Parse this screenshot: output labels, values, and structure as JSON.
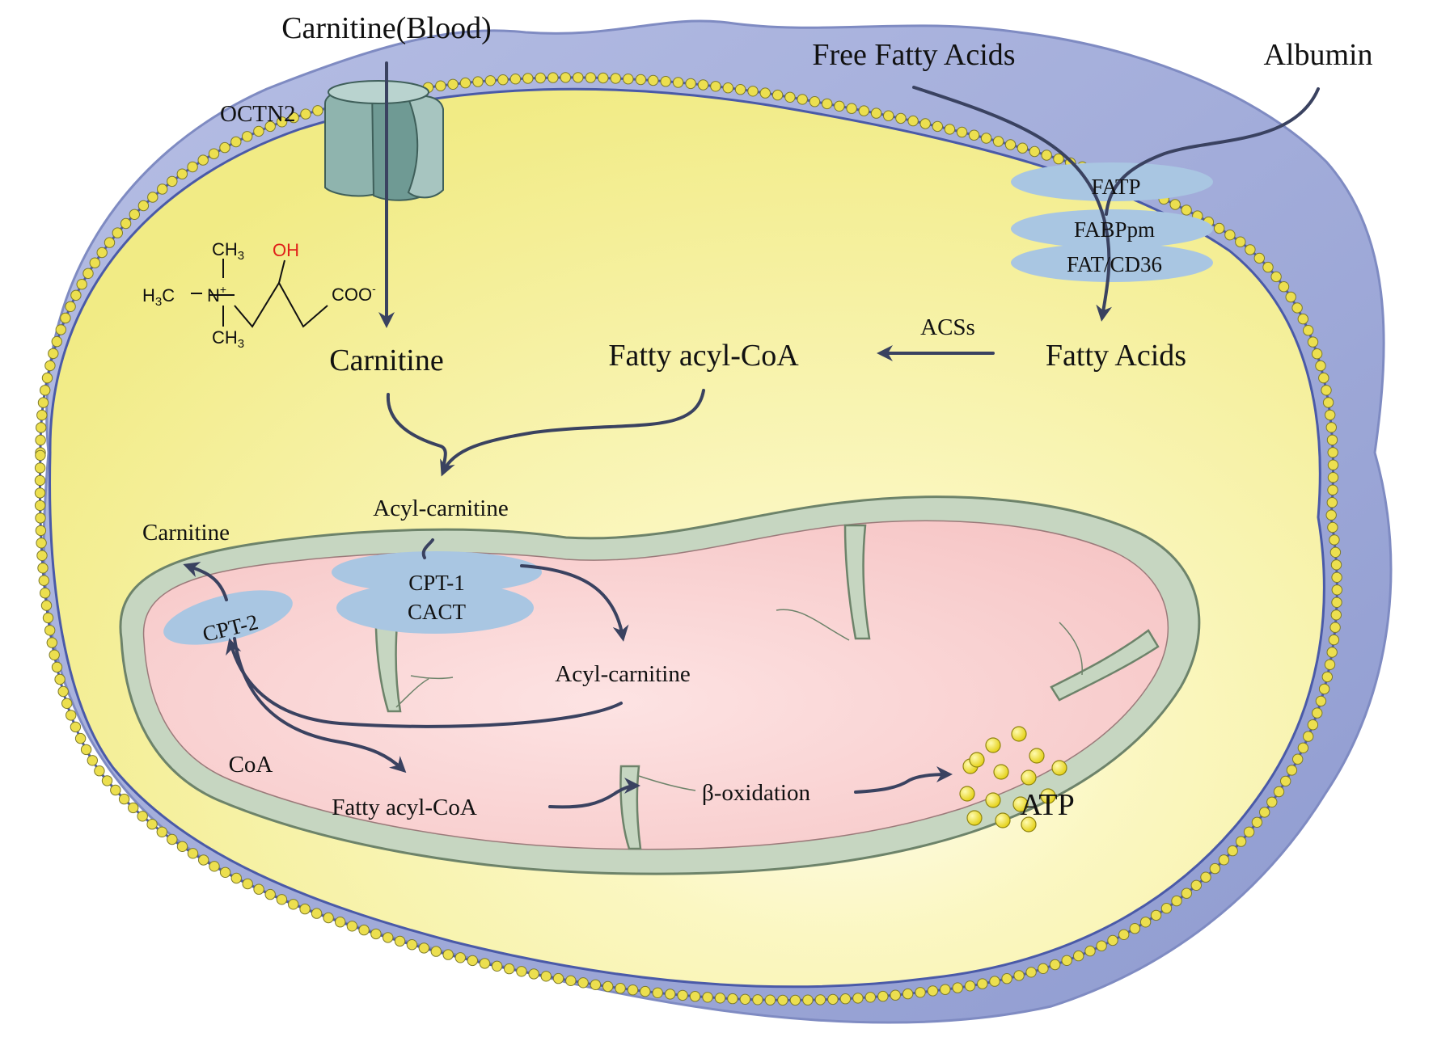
{
  "labels": {
    "carnitine_blood": "Carnitine(Blood)",
    "octn2": "OCTN2",
    "free_fatty_acids": "Free Fatty Acids",
    "albumin": "Albumin",
    "fatp": "FATP",
    "fabppm": "FABPpm",
    "fat_cd36": "FAT/CD36",
    "carnitine_cytosol": "Carnitine",
    "fatty_acyl_coa_cytosol": "Fatty acyl-CoA",
    "acss": "ACSs",
    "fatty_acids": "Fatty Acids",
    "acyl_carnitine_outer": "Acyl-carnitine",
    "carnitine_released": "Carnitine",
    "cpt1": "CPT-1",
    "cact": "CACT",
    "cpt2": "CPT-2",
    "acyl_carnitine_matrix": "Acyl-carnitine",
    "coa": "CoA",
    "fatty_acyl_coa_matrix": "Fatty acyl-CoA",
    "beta_oxidation": "β-oxidation",
    "atp": "ATP"
  },
  "structure": {
    "ch3_top": "CH",
    "ch3_top_sub": "3",
    "oh": "OH",
    "h3c": "H",
    "h3c_sub": "3",
    "h3c_c": "C",
    "n": "N",
    "n_charge": "+",
    "coo": "COO",
    "coo_charge": "-",
    "ch3_bottom": "CH",
    "ch3_bottom_sub": "3"
  },
  "colors": {
    "cell_membrane": "#a9b3dc",
    "cytoplasm": "#f6f18f",
    "bead": "#ecdf4f",
    "mito_membrane": "#c8d8c3",
    "matrix": "#f7c9c9",
    "protein": "#aecbe6",
    "transporter": "#7fa9a3",
    "atp": "#f1e21f"
  }
}
